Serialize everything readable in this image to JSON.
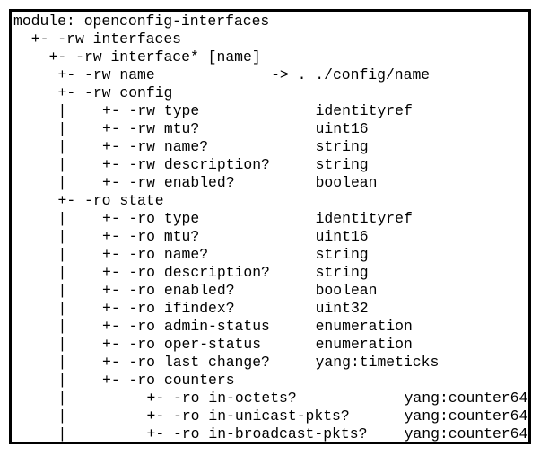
{
  "lines": [
    {
      "parts": [
        {
          "text": "module: openconfig-interfaces",
          "col": 0
        }
      ]
    },
    {
      "parts": [
        {
          "text": "+- -rw interfaces",
          "col": 2
        }
      ]
    },
    {
      "parts": [
        {
          "text": "+- -rw interface* [name]",
          "col": 4
        }
      ]
    },
    {
      "parts": [
        {
          "text": "+- -rw name",
          "col": 5
        },
        {
          "text": "-> . ./config/name",
          "col": 29
        }
      ]
    },
    {
      "parts": [
        {
          "text": "+- -rw config",
          "col": 5
        }
      ]
    },
    {
      "parts": [
        {
          "text": "|",
          "col": 5
        },
        {
          "text": "+- -rw type",
          "col": 10
        },
        {
          "text": "identityref",
          "col": 34
        }
      ]
    },
    {
      "parts": [
        {
          "text": "|",
          "col": 5
        },
        {
          "text": "+- -rw mtu?",
          "col": 10
        },
        {
          "text": "uint16",
          "col": 34
        }
      ]
    },
    {
      "parts": [
        {
          "text": "|",
          "col": 5
        },
        {
          "text": "+- -rw name?",
          "col": 10
        },
        {
          "text": "string",
          "col": 34
        }
      ]
    },
    {
      "parts": [
        {
          "text": "|",
          "col": 5
        },
        {
          "text": "+- -rw description?",
          "col": 10
        },
        {
          "text": "string",
          "col": 34
        }
      ]
    },
    {
      "parts": [
        {
          "text": "|",
          "col": 5
        },
        {
          "text": "+- -rw enabled?",
          "col": 10
        },
        {
          "text": "boolean",
          "col": 34
        }
      ]
    },
    {
      "parts": [
        {
          "text": "+- -ro state",
          "col": 5
        }
      ]
    },
    {
      "parts": [
        {
          "text": "|",
          "col": 5
        },
        {
          "text": "+- -ro type",
          "col": 10
        },
        {
          "text": "identityref",
          "col": 34
        }
      ]
    },
    {
      "parts": [
        {
          "text": "|",
          "col": 5
        },
        {
          "text": "+- -ro mtu?",
          "col": 10
        },
        {
          "text": "uint16",
          "col": 34
        }
      ]
    },
    {
      "parts": [
        {
          "text": "|",
          "col": 5
        },
        {
          "text": "+- -ro name?",
          "col": 10
        },
        {
          "text": "string",
          "col": 34
        }
      ]
    },
    {
      "parts": [
        {
          "text": "|",
          "col": 5
        },
        {
          "text": "+- -ro description?",
          "col": 10
        },
        {
          "text": "string",
          "col": 34
        }
      ]
    },
    {
      "parts": [
        {
          "text": "|",
          "col": 5
        },
        {
          "text": "+- -ro enabled?",
          "col": 10
        },
        {
          "text": "boolean",
          "col": 34
        }
      ]
    },
    {
      "parts": [
        {
          "text": "|",
          "col": 5
        },
        {
          "text": "+- -ro ifindex?",
          "col": 10
        },
        {
          "text": "uint32",
          "col": 34
        }
      ]
    },
    {
      "parts": [
        {
          "text": "|",
          "col": 5
        },
        {
          "text": "+- -ro admin-status",
          "col": 10
        },
        {
          "text": "enumeration",
          "col": 34
        }
      ]
    },
    {
      "parts": [
        {
          "text": "|",
          "col": 5
        },
        {
          "text": "+- -ro oper-status",
          "col": 10
        },
        {
          "text": "enumeration",
          "col": 34
        }
      ]
    },
    {
      "parts": [
        {
          "text": "|",
          "col": 5
        },
        {
          "text": "+- -ro last change?",
          "col": 10
        },
        {
          "text": "yang:timeticks",
          "col": 34
        }
      ]
    },
    {
      "parts": [
        {
          "text": "|",
          "col": 5
        },
        {
          "text": "+- -ro counters",
          "col": 10
        }
      ]
    },
    {
      "parts": [
        {
          "text": "|",
          "col": 5
        },
        {
          "text": "+- -ro in-octets?",
          "col": 15
        },
        {
          "text": "yang:counter64",
          "col": 44
        }
      ]
    },
    {
      "parts": [
        {
          "text": "|",
          "col": 5
        },
        {
          "text": "+- -ro in-unicast-pkts?",
          "col": 15
        },
        {
          "text": "yang:counter64",
          "col": 44
        }
      ]
    },
    {
      "parts": [
        {
          "text": "|",
          "col": 5
        },
        {
          "text": "+- -ro in-broadcast-pkts?",
          "col": 15
        },
        {
          "text": "yang:counter64",
          "col": 44
        }
      ]
    }
  ]
}
